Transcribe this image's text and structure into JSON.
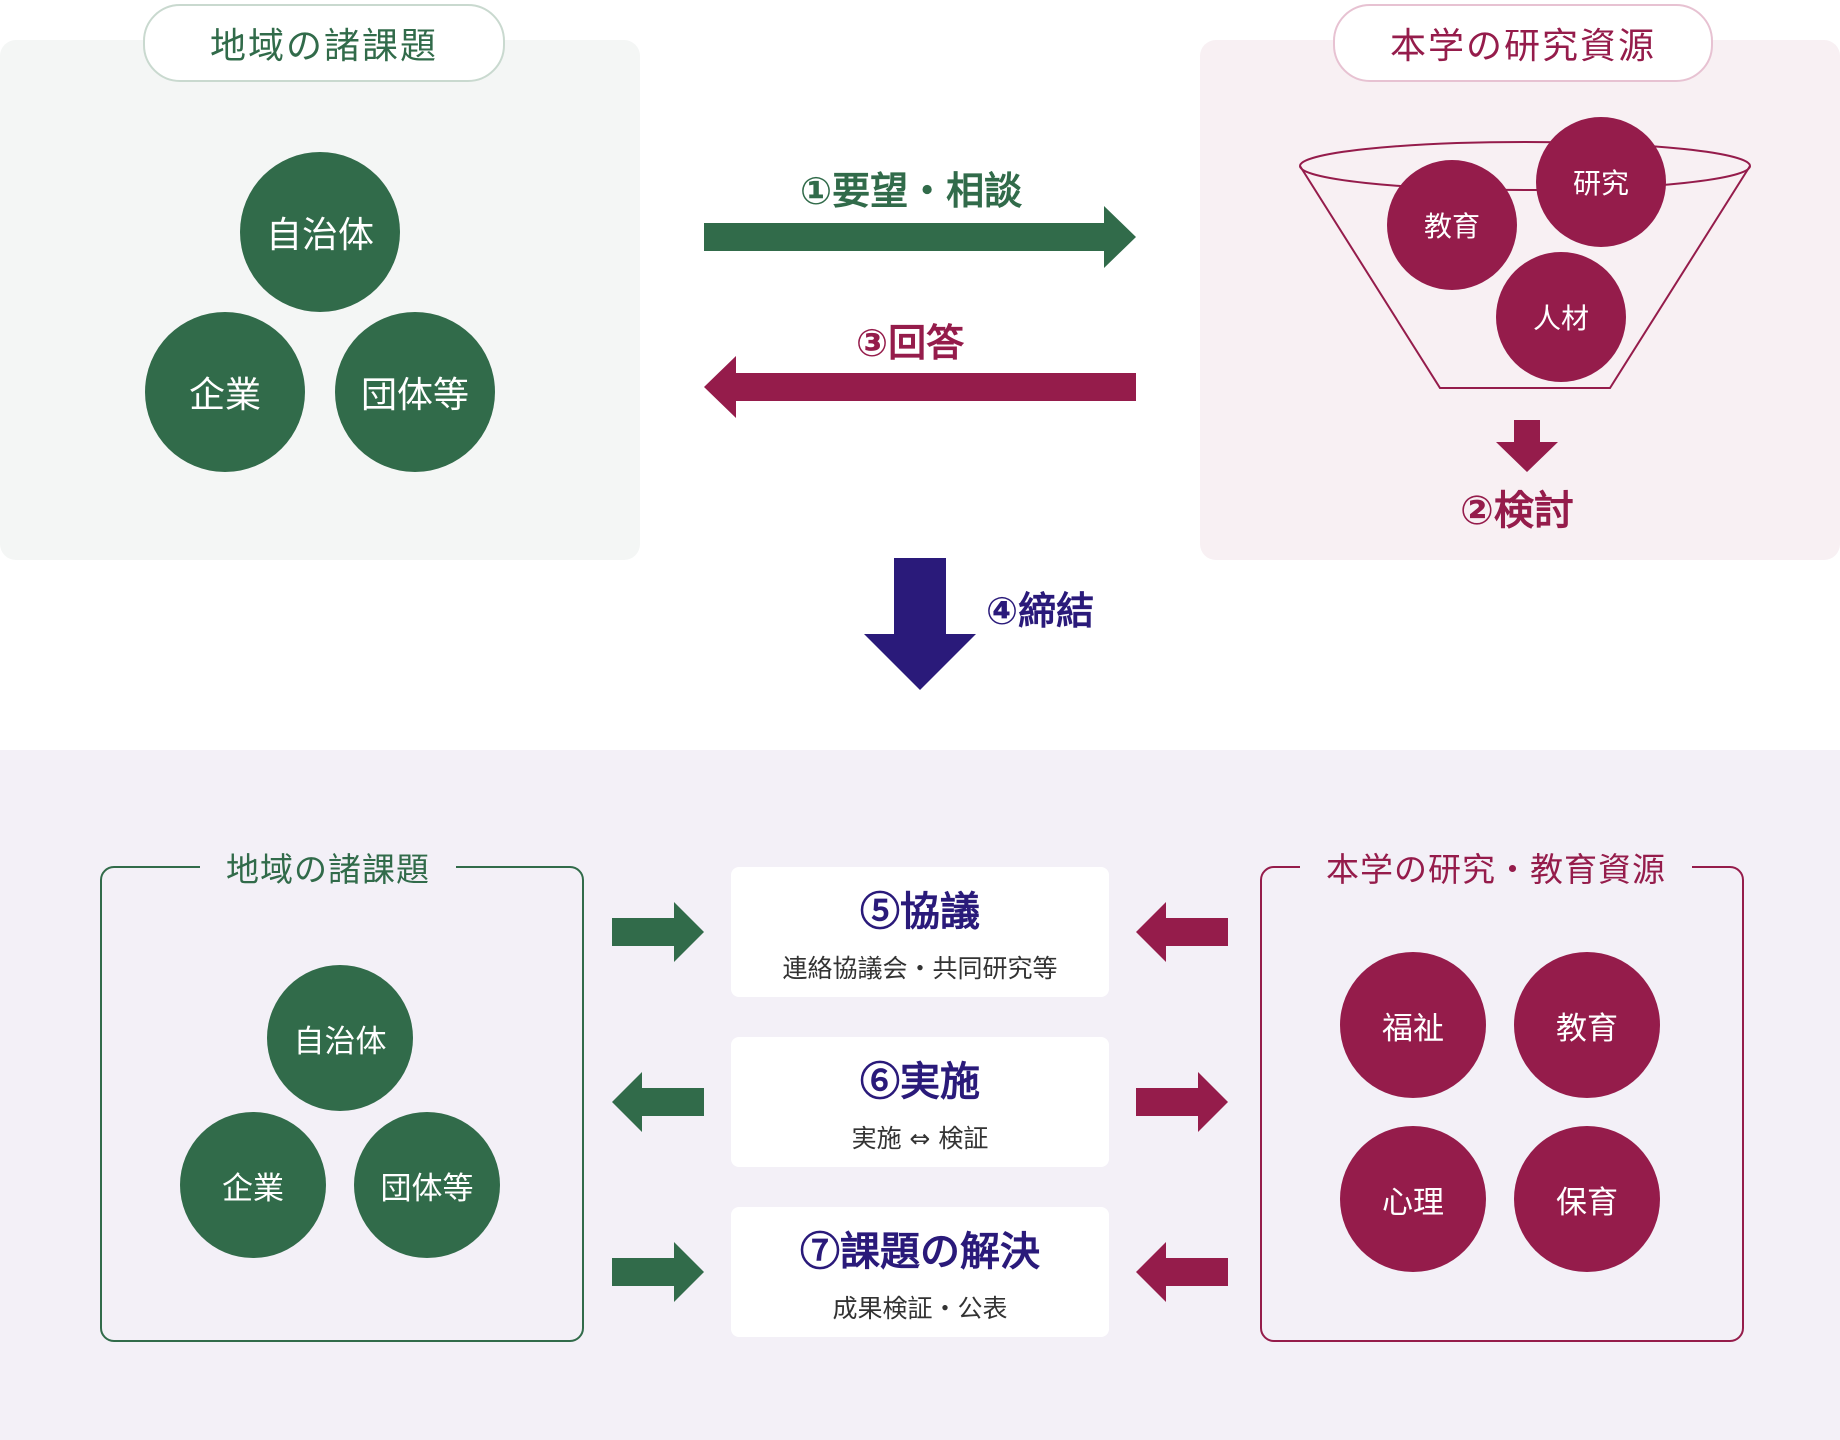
{
  "top": {
    "left_panel": {
      "title": "地域の諸課題",
      "circles": [
        "自治体",
        "企業",
        "団体等"
      ]
    },
    "right_panel": {
      "title": "本学の研究資源",
      "circles": [
        "教育",
        "研究",
        "人材"
      ],
      "step_label": "②検討"
    },
    "arrow_request_label": "①要望・相談",
    "arrow_reply_label": "③回答",
    "arrow_conclude_label": "④締結"
  },
  "bottom": {
    "left_frame": {
      "title": "地域の諸課題",
      "circles": [
        "自治体",
        "企業",
        "団体等"
      ]
    },
    "right_frame": {
      "title": "本学の研究・教育資源",
      "circles": [
        "福祉",
        "教育",
        "心理",
        "保育"
      ]
    },
    "steps": [
      {
        "title": "⑤協議",
        "sub": "連絡協議会・共同研究等"
      },
      {
        "title": "⑥実施",
        "sub": "実施 ⇔ 検証"
      },
      {
        "title": "⑦課題の解決",
        "sub": "成果検証・公表"
      }
    ]
  },
  "colors": {
    "green": "#316b4a",
    "crimson": "#951c4b",
    "navy": "#2a1a7a"
  }
}
